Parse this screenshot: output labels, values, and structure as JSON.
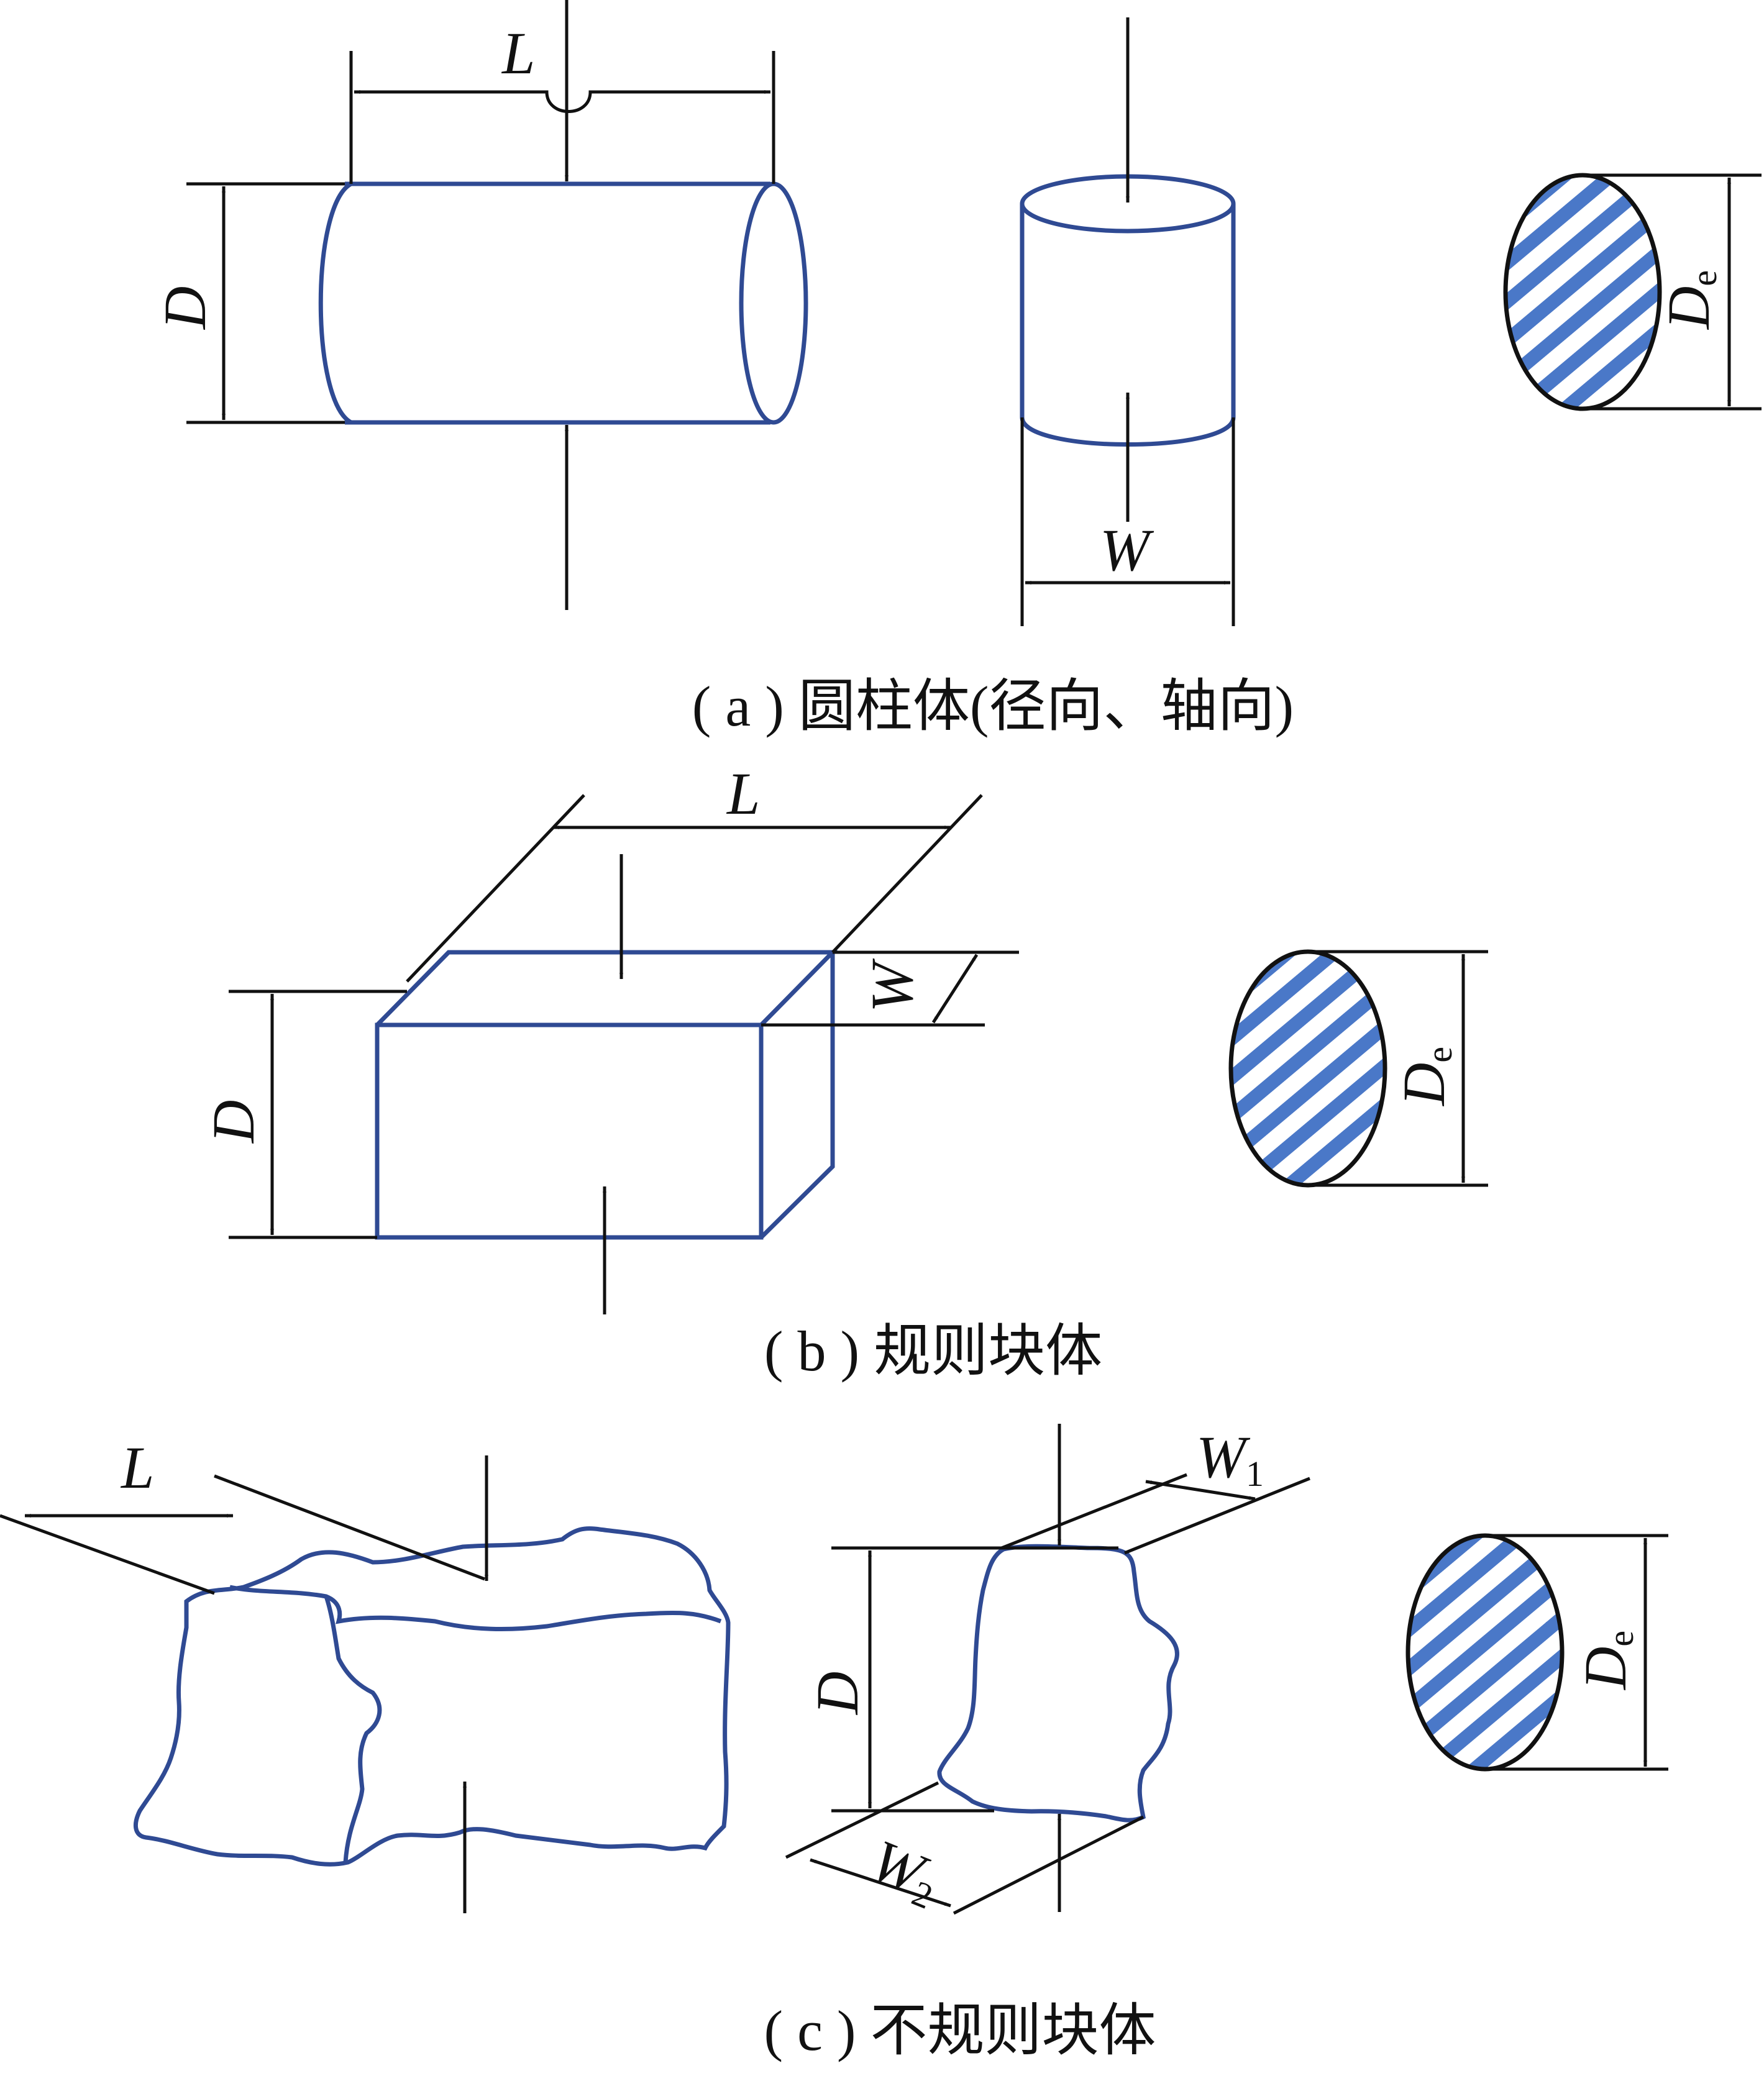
{
  "colors": {
    "shape": "#2f4a93",
    "hatch": "#4a78c8",
    "line": "#111111"
  },
  "panel_a": {
    "caption": "( a ) 圆柱体(径向、轴向)",
    "label_L": "L",
    "label_D": "D",
    "label_W": "W",
    "label_De_main": "D",
    "label_De_sub": "e"
  },
  "panel_b": {
    "caption": "( b ) 规则块体",
    "label_L": "L",
    "label_D": "D",
    "label_W": "W",
    "label_De_main": "D",
    "label_De_sub": "e"
  },
  "panel_c": {
    "caption": "( c ) 不规则块体",
    "label_L": "L",
    "label_D": "D",
    "label_W1_main": "W",
    "label_W1_sub": "1",
    "label_W2_main": "W",
    "label_W2_sub": "2",
    "label_De_main": "D",
    "label_De_sub": "e"
  }
}
